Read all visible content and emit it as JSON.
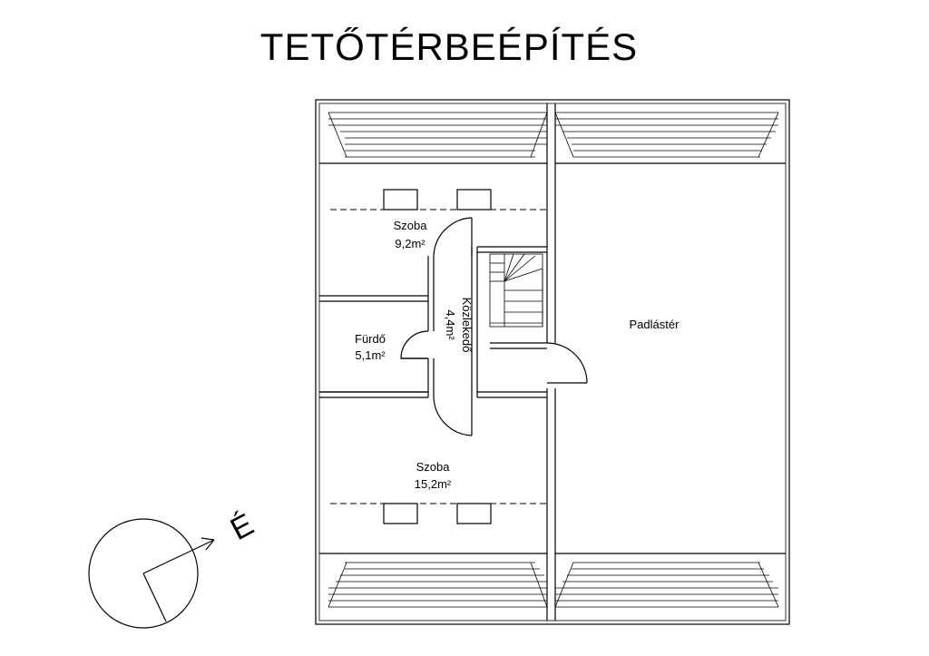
{
  "title": "TETŐTÉRBEÉPÍTÉS",
  "rooms": {
    "szoba_top": {
      "name": "Szoba",
      "area": "9,2m²"
    },
    "furdo": {
      "name": "Fürdő",
      "area": "5,1m²"
    },
    "kozlekedo": {
      "name": "Közlekedő",
      "area": "4,4m²"
    },
    "szoba_bottom": {
      "name": "Szoba",
      "area": "15,2m²"
    },
    "padlaster": {
      "name": "Padlástér"
    }
  },
  "compass": {
    "label": "É"
  }
}
